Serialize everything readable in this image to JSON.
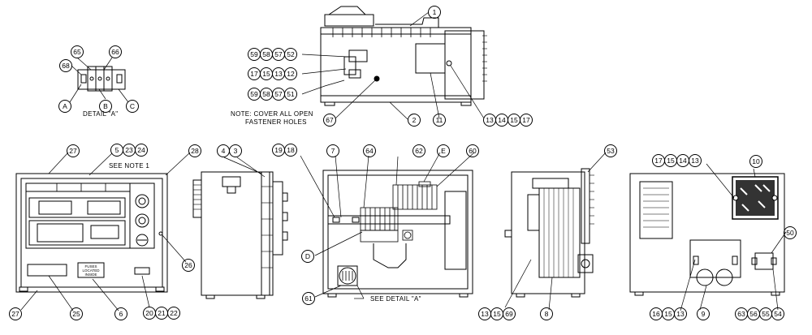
{
  "notes": {
    "cover_holes_1": "NOTE: COVER ALL OPEN",
    "cover_holes_2": "FASTENER HOLES",
    "see_note": "SEE NOTE 1",
    "see_detail": "SEE DETAIL \"A\"",
    "detail_title": "DETAIL \"A\""
  },
  "panel_labels": {
    "fuse_1": "FUSES",
    "fuse_2": "LOCATED",
    "fuse_3": "INSIDE"
  },
  "balloons": {
    "b1": "1",
    "b2": "2",
    "b59a": "59",
    "b58a": "58",
    "b57a": "57",
    "b52": "52",
    "b17a": "17",
    "b15a": "15",
    "b13a": "13",
    "b12": "12",
    "b59b": "59",
    "b58b": "58",
    "b57b": "57",
    "b51": "51",
    "b67": "67",
    "b11": "11",
    "b13b": "13",
    "b14a": "14",
    "b15b": "15",
    "b17b": "17",
    "b68": "68",
    "b65": "65",
    "b66": "66",
    "bA": "A",
    "bB": "B",
    "bC": "C",
    "b27a": "27",
    "b5": "5",
    "b23": "23",
    "b24": "24",
    "b28": "28",
    "b26": "26",
    "b27b": "27",
    "b25": "25",
    "b6": "6",
    "b20": "20",
    "b21": "21",
    "b22": "22",
    "b4": "4",
    "b3": "3",
    "b19": "19",
    "b18": "18",
    "b7": "7",
    "b64": "64",
    "b62": "62",
    "bE": "E",
    "b60": "60",
    "bD": "D",
    "b61": "61",
    "b53": "53",
    "b13c": "13",
    "b15c": "15",
    "b69": "69",
    "b8": "8",
    "b17c": "17",
    "b15d": "15",
    "b14b": "14",
    "b13d": "13",
    "b10": "10",
    "b50": "50",
    "b16": "16",
    "b15e": "15",
    "b13e": "13",
    "b9": "9",
    "b63": "63",
    "b56": "56",
    "b55": "55",
    "b54": "54"
  }
}
